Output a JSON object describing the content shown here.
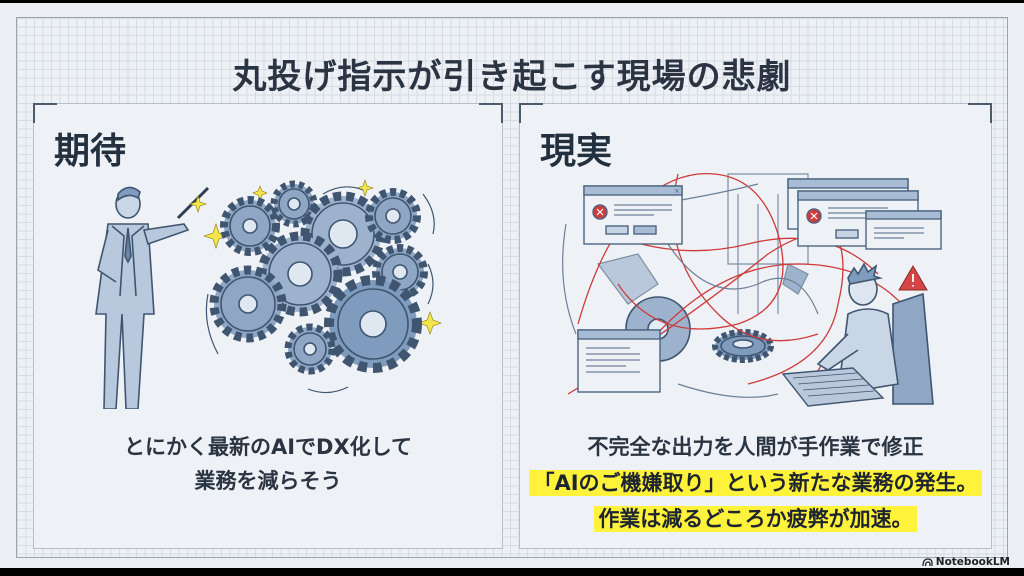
{
  "slide": {
    "title": "丸投げ指示が引き起こす現場の悲劇",
    "panels": {
      "expectation": {
        "heading": "期待",
        "illustration": "businessman-pointing-at-spinning-gears",
        "caption_lines": [
          "とにかく最新のAIでDX化して",
          "業務を減らそう"
        ]
      },
      "reality": {
        "heading": "現実",
        "illustration": "overwhelmed-worker-with-error-dialogs-and-tangled-wires",
        "caption_lines": [
          "不完全な出力を人間が手作業で修正"
        ],
        "highlight_lines": [
          "「AIのご機嫌取り」という新たな業務の発生。",
          "作業は減るどころか疲弊が加速。"
        ]
      }
    },
    "colors": {
      "background": "#ebeff3",
      "text": "#2a3442",
      "highlight": "#fff23a",
      "accent_red": "#d64545",
      "illustration_blue": "#7f9bbd"
    }
  },
  "branding": {
    "label": "NotebookLM",
    "icon": "notebooklm-logo-icon"
  }
}
